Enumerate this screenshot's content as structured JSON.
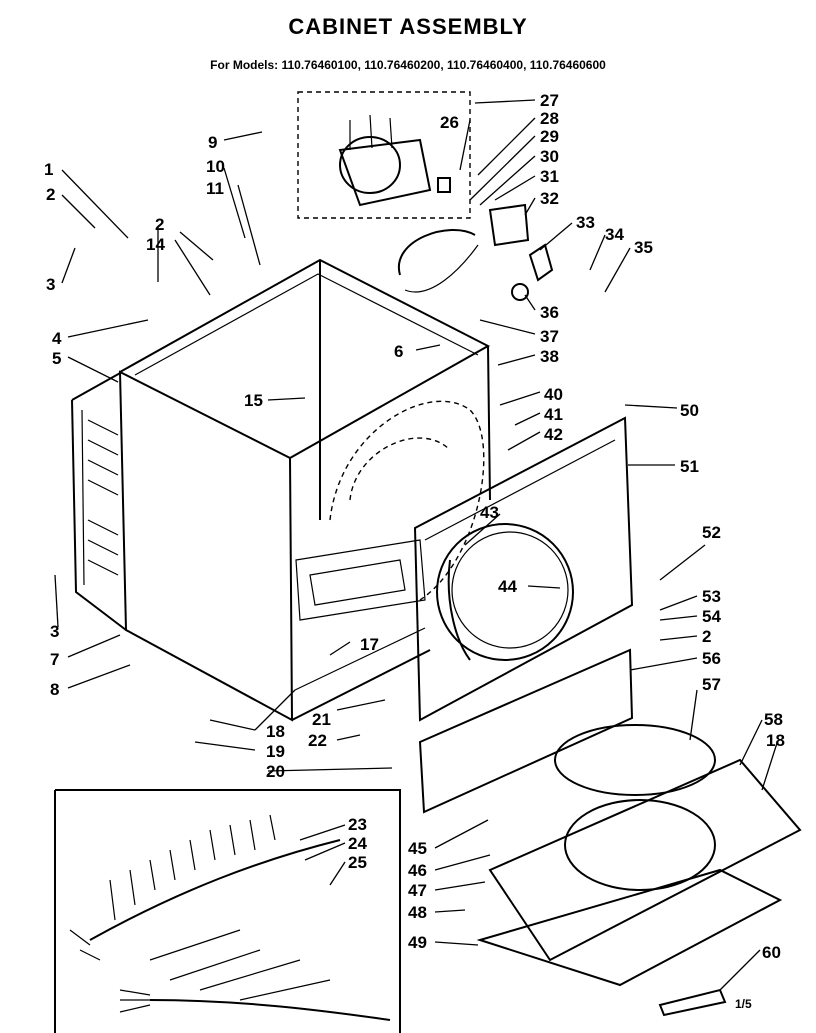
{
  "title": "CABINET ASSEMBLY",
  "models": "For Models: 110.76460100, 110.76460200, 110.76460400, 110.76460600",
  "page_mark": "1/5",
  "labels": [
    "1",
    "2",
    "3",
    "14",
    "2",
    "9",
    "10",
    "11",
    "4",
    "5",
    "3",
    "7",
    "8",
    "15",
    "6",
    "26",
    "27",
    "28",
    "29",
    "30",
    "31",
    "32",
    "33",
    "34",
    "35",
    "36",
    "37",
    "38",
    "40",
    "41",
    "42",
    "50",
    "51",
    "43",
    "44",
    "52",
    "53",
    "54",
    "2",
    "56",
    "57",
    "17",
    "18",
    "19",
    "20",
    "21",
    "22",
    "58",
    "18",
    "45",
    "46",
    "47",
    "48",
    "49",
    "60",
    "23",
    "24",
    "25"
  ]
}
